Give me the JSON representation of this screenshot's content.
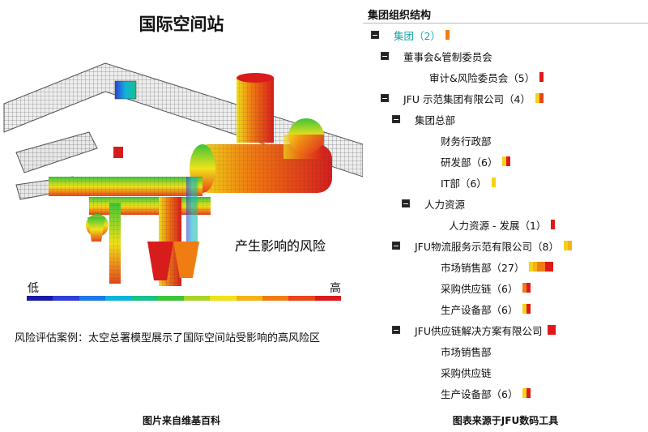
{
  "left_panel": {
    "title": "国际空间站",
    "figure_label": "产生影响的风险",
    "scale_low": "低",
    "scale_high": "高",
    "scale_colors": [
      "#1a1aa6",
      "#2f3fd6",
      "#1f78e8",
      "#10b3d8",
      "#18c08a",
      "#3ec43a",
      "#a6d42a",
      "#f0e21a",
      "#f6b215",
      "#f07d12",
      "#e8451a",
      "#d81c1c"
    ],
    "caption": "风险评估案例：太空总署模型展示了国际空间站受影响的高风险区",
    "source": "图片来自维基百科"
  },
  "right_panel": {
    "title": "集团组织结构",
    "source": "图表来源于JFU数码工具",
    "nodes": [
      {
        "label": "集团（2）",
        "level": 0,
        "toggle": true,
        "root": true,
        "bar": [
          "#f07d12"
        ]
      },
      {
        "label": "董事会&管制委员会",
        "level": 1,
        "toggle": true,
        "bar": []
      },
      {
        "label": "审计&风险委员会（5）",
        "level": 2,
        "toggle": false,
        "bar": [
          "#e01818"
        ]
      },
      {
        "label": "JFU 示范集团有限公司（4）",
        "level": 1,
        "toggle": true,
        "bar": [
          "#f5d21a",
          "#e8451a"
        ]
      },
      {
        "label": "集团总部",
        "level": 2,
        "toggle": true,
        "bar": []
      },
      {
        "label": "财务行政部",
        "level": 3,
        "toggle": false,
        "bar": []
      },
      {
        "label": "研发部（6）",
        "level": 3,
        "toggle": false,
        "bar": [
          "#f5d21a",
          "#e01818"
        ]
      },
      {
        "label": "IT部（6）",
        "level": 3,
        "toggle": false,
        "bar": [
          "#f5d21a"
        ]
      },
      {
        "label": "人力资源",
        "level": 3,
        "toggle": true,
        "bar": []
      },
      {
        "label": "人力资源 - 发展（1）",
        "level": 4,
        "toggle": false,
        "bar": [
          "#e01818"
        ]
      },
      {
        "label": "JFU物流服务示范有限公司（8）",
        "level": 2,
        "toggle": true,
        "bar": [
          "#f5d21a",
          "#f6b215"
        ]
      },
      {
        "label": "市场销售部（27）",
        "level": 3,
        "toggle": false,
        "bar": [
          "#f5d21a",
          "#f6b215",
          "#f07d12",
          "#f07d12",
          "#e01818",
          "#e01818"
        ]
      },
      {
        "label": "采购供应链（6）",
        "level": 3,
        "toggle": false,
        "bar": [
          "#f07d12",
          "#e01818"
        ]
      },
      {
        "label": "生产设备部（6）",
        "level": 3,
        "toggle": false,
        "bar": [
          "#f5d21a",
          "#e01818"
        ]
      },
      {
        "label": "JFU供应链解决方案有限公司",
        "level": 2,
        "toggle": true,
        "bar": [
          "#e01818",
          "#e01818"
        ]
      },
      {
        "label": "市场销售部",
        "level": 3,
        "toggle": false,
        "bar": []
      },
      {
        "label": "采购供应链",
        "level": 3,
        "toggle": false,
        "bar": []
      },
      {
        "label": "生产设备部（6）",
        "level": 3,
        "toggle": false,
        "bar": [
          "#f5d21a",
          "#e01818"
        ]
      }
    ]
  }
}
